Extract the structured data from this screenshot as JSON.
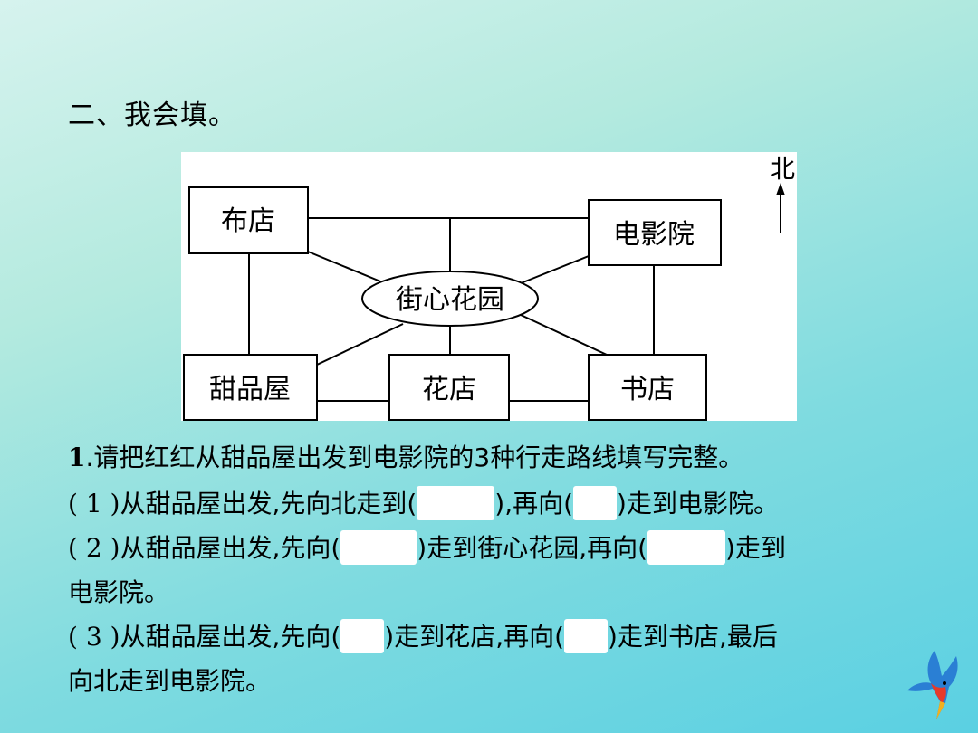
{
  "section_title": "二、我会填。",
  "map": {
    "north_label": "北",
    "nodes": {
      "cloth_shop": "布店",
      "cinema": "电影院",
      "garden": "街心花园",
      "dessert_house": "甜品屋",
      "flower_shop": "花店",
      "book_shop": "书店"
    }
  },
  "question1": {
    "number": "1",
    "prompt": ".请把红红从甜品屋出发到电影院的3种行走路线填写完整。",
    "route1": {
      "index": "( 1 )",
      "part_a": "从甜品屋出发,先向北走到(",
      "part_b": "),再向(",
      "part_c": ")走到电影院。"
    },
    "route2": {
      "index": "( 2 )",
      "part_a": "从甜品屋出发,先向(",
      "part_b": ")走到街心花园,再向(",
      "part_c": ")走到",
      "part_d": "电影院。"
    },
    "route3": {
      "index": "( 3 )",
      "part_a": "从甜品屋出发,先向(",
      "part_b": ")走到花店,再向(",
      "part_c": ")走到书店,最后",
      "part_d": "向北走到电影院。"
    }
  }
}
